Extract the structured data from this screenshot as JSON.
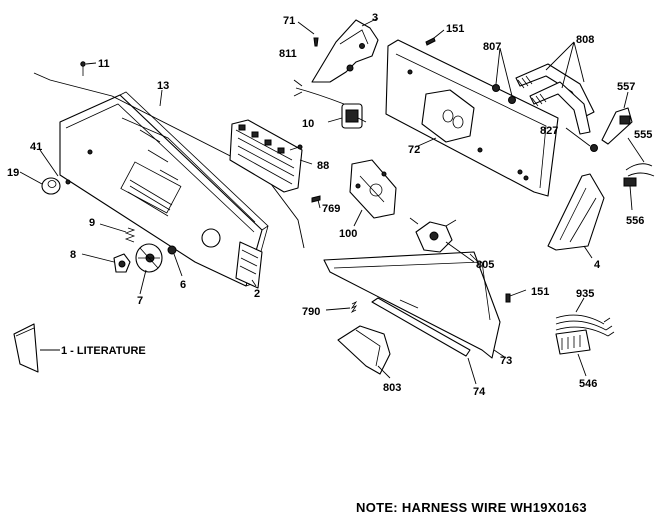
{
  "labels": {
    "p1_literature": "1 - LITERATURE",
    "p2": "2",
    "p3": "3",
    "p4": "4",
    "p6": "6",
    "p7": "7",
    "p8": "8",
    "p9": "9",
    "p10": "10",
    "p11": "11",
    "p13": "13",
    "p19": "19",
    "p41": "41",
    "p71": "71",
    "p72": "72",
    "p73": "73",
    "p74": "74",
    "p88": "88",
    "p100": "100",
    "p151a": "151",
    "p151b": "151",
    "p546": "546",
    "p555": "555",
    "p556": "556",
    "p557": "557",
    "p769": "769",
    "p790": "790",
    "p803": "803",
    "p805": "805",
    "p807": "807",
    "p808": "808",
    "p811": "811",
    "p827": "827",
    "p935": "935"
  },
  "note": "NOTE: HARNESS WIRE WH19X0163"
}
